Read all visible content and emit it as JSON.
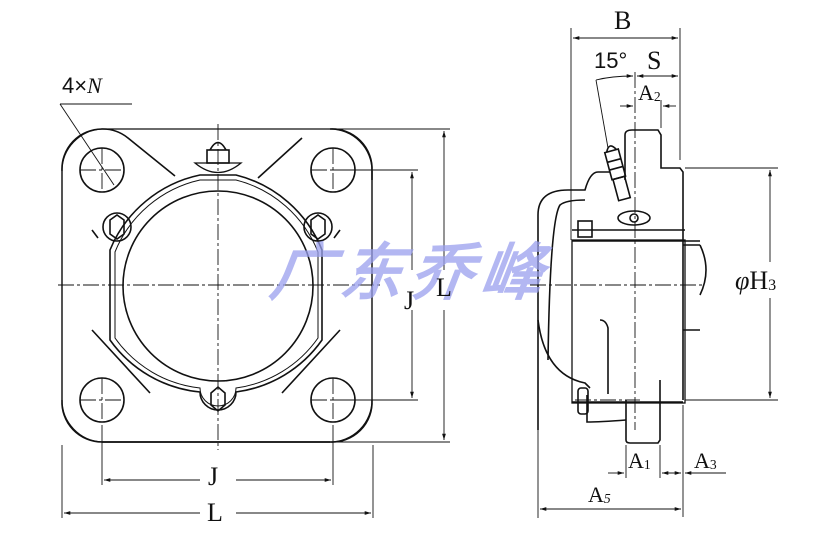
{
  "drawing": {
    "title": "Square flange bearing unit dimension drawing",
    "front_view": {
      "hole_label_prefix": "4×",
      "hole_label_var": "N",
      "dim_J_horizontal": "J",
      "dim_L_horizontal": "L",
      "dim_J_vertical": "J",
      "dim_L_vertical": "L"
    },
    "side_view": {
      "dim_B": "B",
      "angle": "15°",
      "dim_S": "S",
      "dim_A2_main": "A",
      "dim_A2_sub": "2",
      "dim_H3_prefix": "φ",
      "dim_H3_main": "H",
      "dim_H3_sub": "3",
      "dim_A1_main": "A",
      "dim_A1_sub": "1",
      "dim_A3_main": "A",
      "dim_A3_sub": "3",
      "dim_A5_main": "A",
      "dim_A5_sub": "5"
    },
    "watermark": "广东乔峰",
    "colors": {
      "line": "#111111",
      "watermark": "#9aa0ee"
    }
  }
}
